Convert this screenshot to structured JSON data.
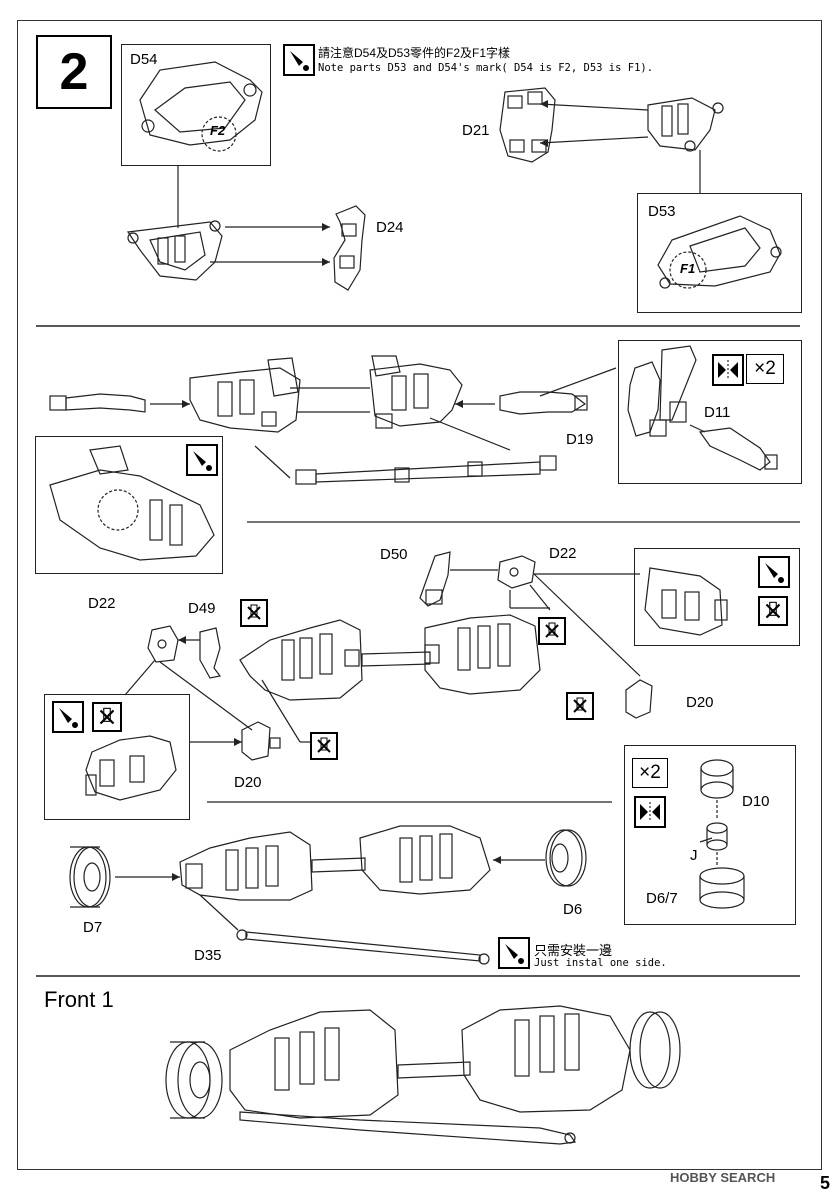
{
  "step_number": "2",
  "notes": {
    "d53_d54_zh": "請注意D54及D53零件的F2及F1字樣",
    "d53_d54_en": "Note parts D53 and D54's mark( D54 is F2, D53 is F1).",
    "one_side_zh": "只需安裝一邊",
    "one_side_en": "Just instal one side."
  },
  "marks": {
    "f2": "F2",
    "f1": "F1"
  },
  "part_labels": {
    "d54": "D54",
    "d53": "D53",
    "d21": "D21",
    "d24": "D24",
    "d19": "D19",
    "d11": "D11",
    "d50": "D50",
    "d22_right": "D22",
    "d22_left": "D22",
    "d49": "D49",
    "d20_right": "D20",
    "d20_left": "D20",
    "d10": "D10",
    "j": "J",
    "d6_7": "D6/7",
    "d7": "D7",
    "d6": "D6",
    "d35": "D35"
  },
  "multipliers": {
    "d11_box": "×2",
    "wheel_box": "×2"
  },
  "front_title": "Front 1",
  "watermark": "HOBBY SEARCH",
  "page_number": "5",
  "icons": [
    "attention-icon",
    "no-glue-icon",
    "symmetry-icon"
  ]
}
